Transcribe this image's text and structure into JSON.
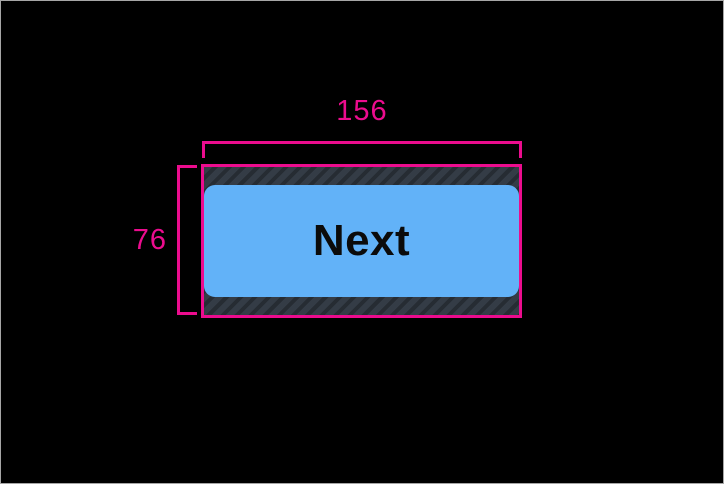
{
  "annotations": {
    "width_label": "156",
    "height_label": "76"
  },
  "button": {
    "label": "Next"
  },
  "colors": {
    "background": "#000000",
    "accent_pink": "#ec0c8e",
    "button_blue": "#62b2f8",
    "hatch_bg": "#343c46",
    "hatch_stripe": "#262c33"
  }
}
